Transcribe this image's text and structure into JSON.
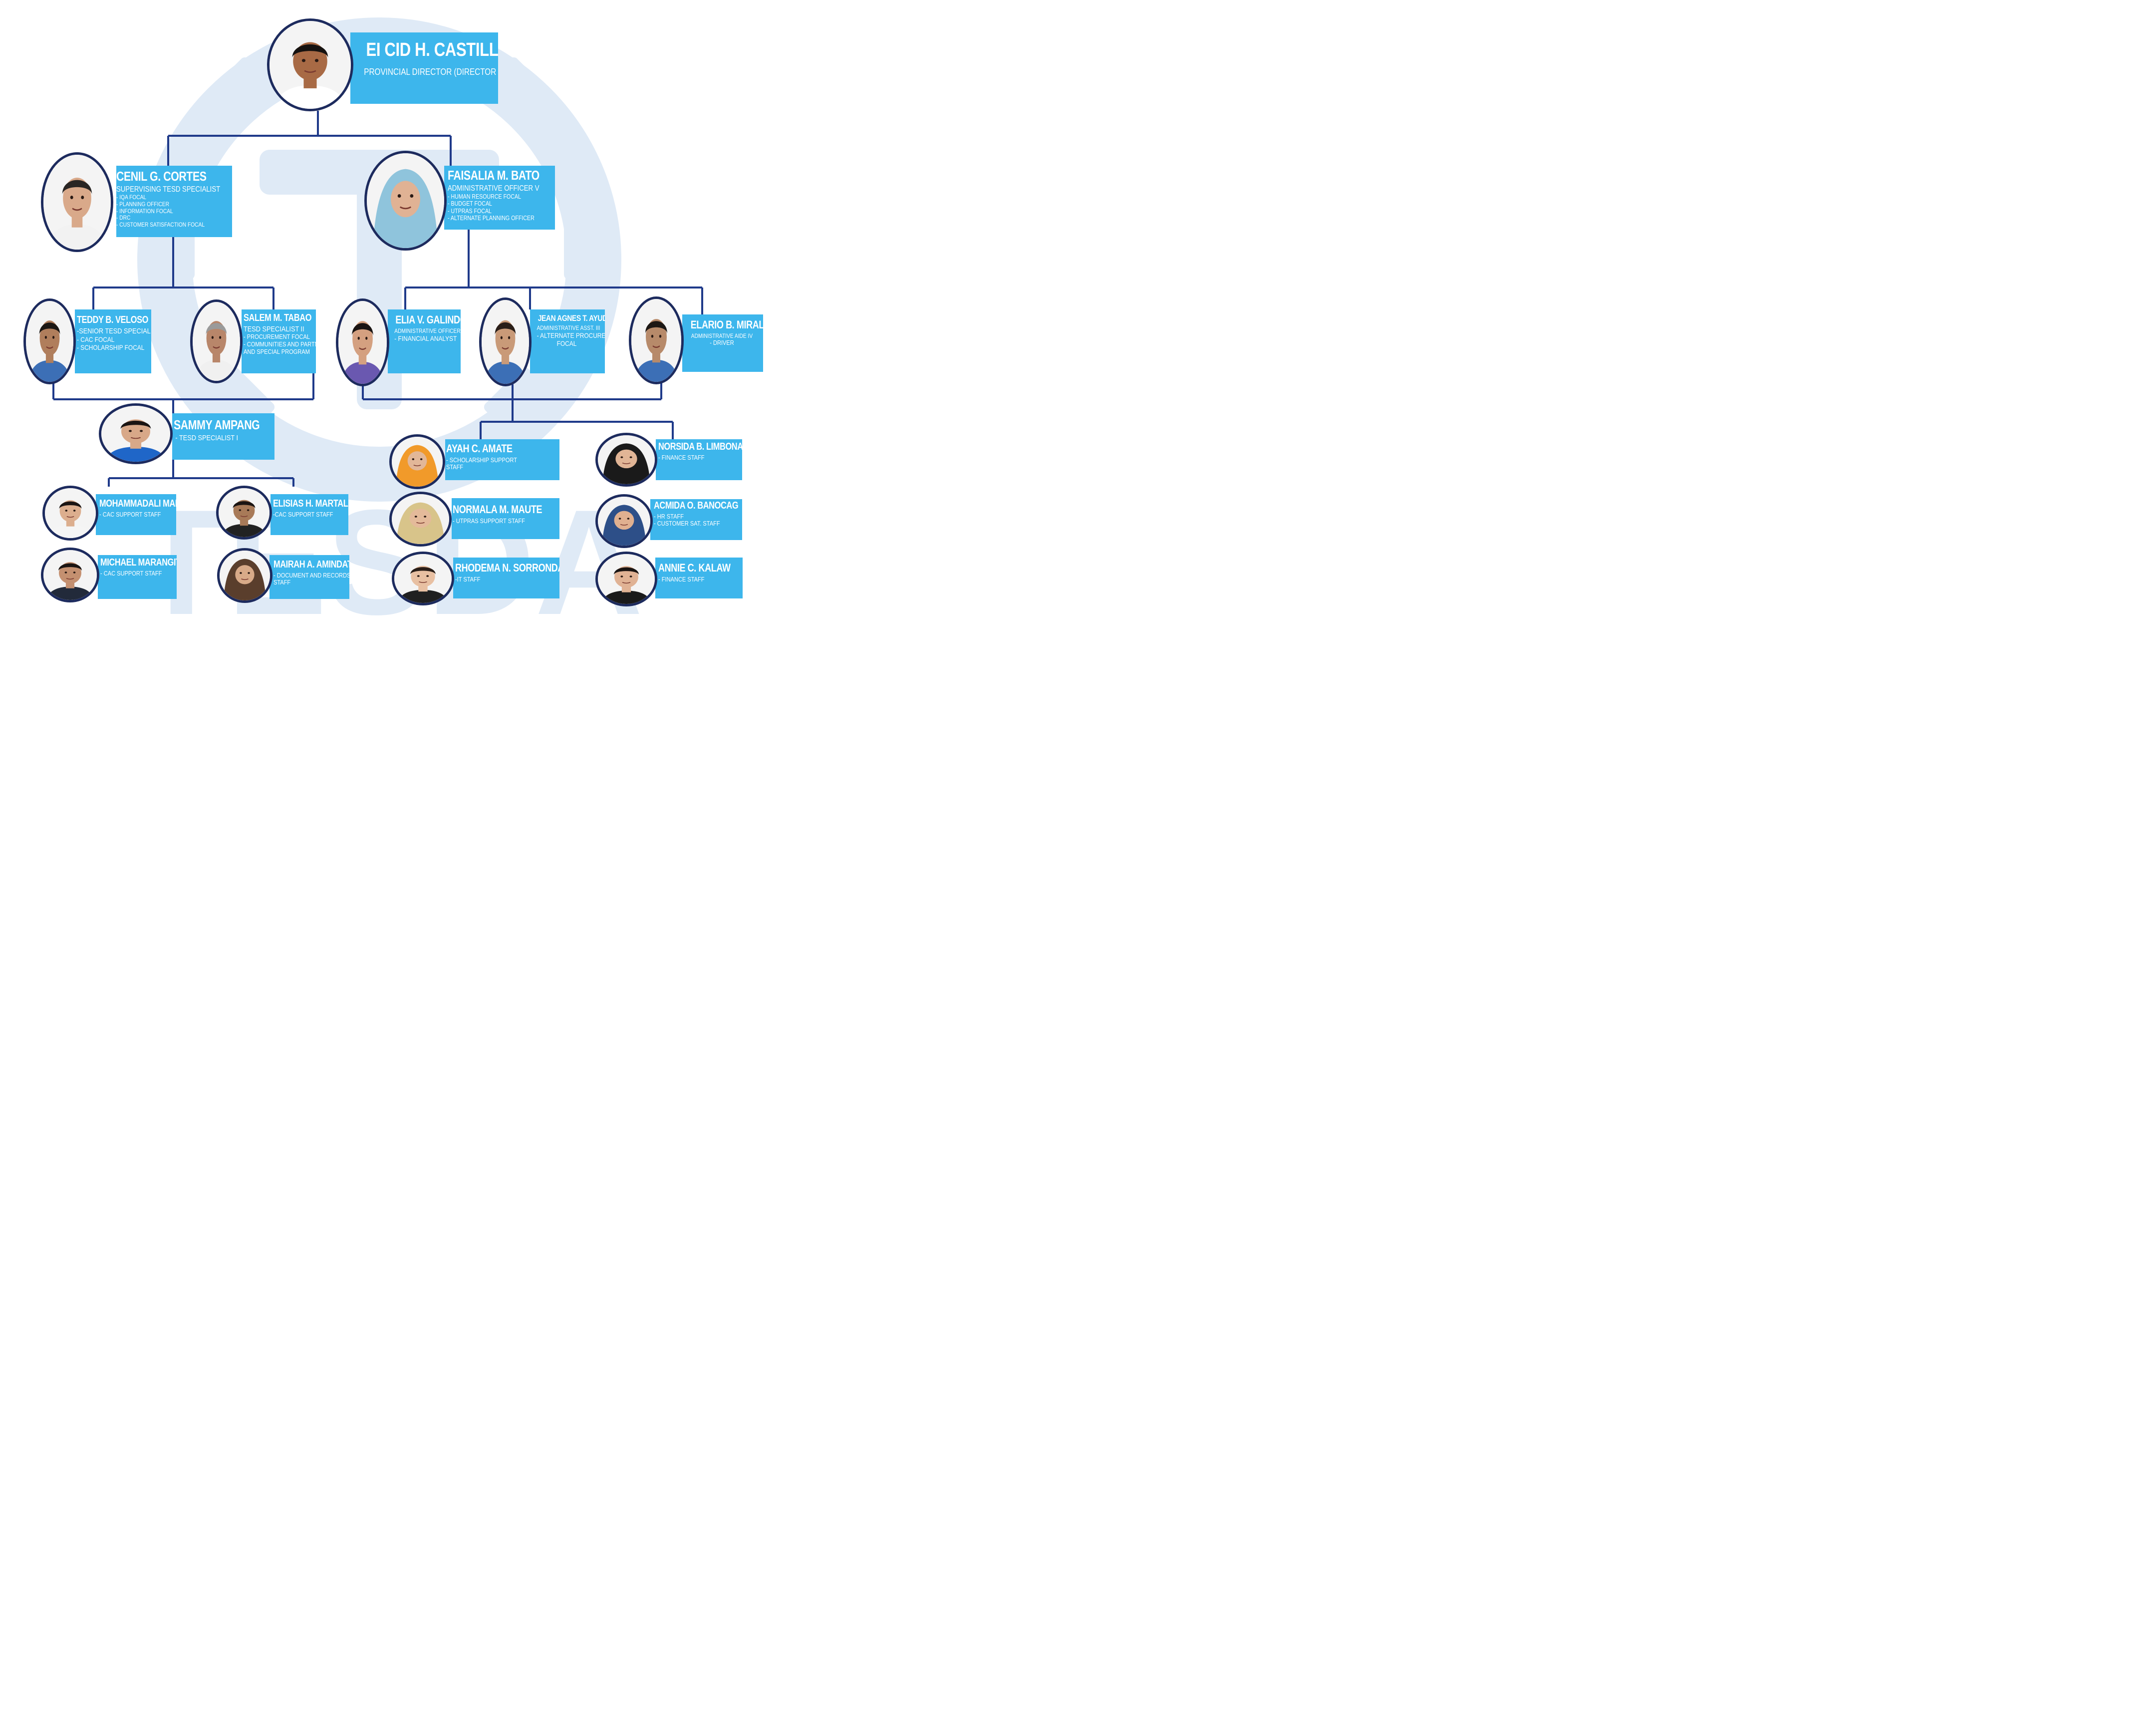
{
  "colors": {
    "card": "#3db6ec",
    "frame": "#1d2b5e",
    "line": "#1f3a8a",
    "watermark": "#dfeaf6"
  },
  "watermark": {
    "text": "TESDA"
  },
  "people": [
    {
      "id": "castillo",
      "name": "EI CID H. CASTILLO",
      "position": "PROVINCIAL DIRECTOR (DIRECTOR III)",
      "details": [],
      "skin": "#a86a45",
      "hair": "#161210",
      "cloth": "#ffffff",
      "veil": "",
      "veil_color": ""
    },
    {
      "id": "cortes",
      "name": "CENIL G. CORTES",
      "position": "SUPERVISING TESD SPECIALIST",
      "details": [
        "- IQA FOCAL",
        "- PLANNING OFFICER",
        "- INFORMATION FOCAL",
        "- DRC",
        "- CUSTOMER SATISFACTION FOCAL"
      ],
      "skin": "#d9a98a",
      "hair": "#2a2624",
      "cloth": "#f2f2f2",
      "veil": "",
      "veil_color": ""
    },
    {
      "id": "bato",
      "name": "FAISALIA M. BATO",
      "position": "ADMINISTRATIVE OFFICER V",
      "details": [
        "- HUMAN RESOURCE FOCAL",
        "- BUDGET FOCAL",
        "- UTPRAS FOCAL",
        "- ALTERNATE PLANNING OFFICER"
      ],
      "skin": "#e0b294",
      "hair": "#2a2624",
      "cloth": "#8fc4dc",
      "veil": "hijab",
      "veil_color": "#8fc4dc"
    },
    {
      "id": "veloso",
      "name": "TEDDY B. VELOSO",
      "position": "-SENIOR TESD SPECIALIST",
      "details": [
        "- CAC FOCAL",
        "- SCHOLARSHIP FOCAL"
      ],
      "skin": "#b07e5c",
      "hair": "#1c1714",
      "cloth": "#3c6fb6",
      "veil": "",
      "veil_color": ""
    },
    {
      "id": "tabao",
      "name": "SALEM M. TABAO",
      "position": "TESD SPECIALIST II",
      "details": [
        "- PROCUREMENT FOCAL",
        "- COMMUNITIES AND PARTNERSHIP",
        "AND SPECIAL PROGRAM"
      ],
      "skin": "#b8866a",
      "hair": "#9a9a9a",
      "cloth": "#f0f0f0",
      "veil": "",
      "veil_color": ""
    },
    {
      "id": "galindo",
      "name": "ELIA V. GALINDO",
      "position": "ADMINISTRATIVE OFFICER IV",
      "details": [
        "- FINANCIAL ANALYST"
      ],
      "skin": "#d4a080",
      "hair": "#1a1412",
      "cloth": "#6a58b0",
      "veil": "",
      "veil_color": ""
    },
    {
      "id": "ayudtud",
      "name": "JEAN AGNES T. AYUDTUD",
      "position": "ADMINISTRATIVE ASST. III",
      "details": [
        "- ALTERNATE PROCUREMENT",
        "FOCAL"
      ],
      "skin": "#c99a78",
      "hair": "#2a1e18",
      "cloth": "#3c6fb6",
      "veil": "",
      "veil_color": ""
    },
    {
      "id": "miral",
      "name": "ELARIO B. MIRAL",
      "position": "ADMINISTRATIVE AIDE IV",
      "details": [
        "- DRIVER"
      ],
      "skin": "#b78a6a",
      "hair": "#1c1714",
      "cloth": "#3c6fb6",
      "veil": "",
      "veil_color": ""
    },
    {
      "id": "ampang",
      "name": "SAMMY AMPANG",
      "position": "- TESD SPECIALIST I",
      "details": [],
      "skin": "#d8a888",
      "hair": "#1a1412",
      "cloth": "#1f66c8",
      "veil": "",
      "veil_color": ""
    },
    {
      "id": "amate",
      "name": "AYAH C. AMATE",
      "position": "- SCHOLARSHIP SUPPORT",
      "details": [
        "STAFF"
      ],
      "skin": "#e2b798",
      "hair": "#2a2624",
      "cloth": "#f19a2a",
      "veil": "hijab",
      "veil_color": "#f19a2a"
    },
    {
      "id": "limbona",
      "name": "NORSIDA B. LIMBONA",
      "position": "- FINANCE STAFF",
      "details": [],
      "skin": "#e1b596",
      "hair": "#2a2624",
      "cloth": "#181818",
      "veil": "hijab",
      "veil_color": "#1a1a1a"
    },
    {
      "id": "mala",
      "name": "MOHAMMADALI MALA",
      "position": "- CAC SUPPORT STAFF",
      "details": [],
      "skin": "#dcae8e",
      "hair": "#1a1412",
      "cloth": "#f5f5f5",
      "veil": "",
      "veil_color": ""
    },
    {
      "id": "martalla",
      "name": "ELISIAS H. MARTALLA",
      "position": "-CAC SUPPORT STAFF",
      "details": [],
      "skin": "#a87a58",
      "hair": "#1a1412",
      "cloth": "#222222",
      "veil": "",
      "veil_color": ""
    },
    {
      "id": "maute",
      "name": "NORMALA M. MAUTE",
      "position": "- UTPRAS SUPPORT STAFF",
      "details": [],
      "skin": "#e4ba9a",
      "hair": "#2a2624",
      "cloth": "#c9b27a",
      "veil": "hijab",
      "veil_color": "#d8c48a"
    },
    {
      "id": "banocag",
      "name": "ACMIDA O. BANOCAG",
      "position": "- HR STAFF",
      "details": [
        "- CUSTOMER SAT. STAFF"
      ],
      "skin": "#e0b090",
      "hair": "#2a2624",
      "cloth": "#2b4a82",
      "veil": "hijab",
      "veil_color": "#2d4f88"
    },
    {
      "id": "marangit",
      "name": "MICHAEL MARANGIT",
      "position": "- CAC SUPPORT STAFF",
      "details": [],
      "skin": "#c49070",
      "hair": "#1a1412",
      "cloth": "#222a3a",
      "veil": "",
      "veil_color": ""
    },
    {
      "id": "amindato",
      "name": "MAIRAH A. AMINDATO",
      "position": "- DOCUMENT AND RECORDS",
      "details": [
        "STAFF"
      ],
      "skin": "#d8aa88",
      "hair": "#2a2624",
      "cloth": "#5a3e2c",
      "veil": "hijab",
      "veil_color": "#5a3e2c"
    },
    {
      "id": "sorronda",
      "name": "RHODEMA N. SORRONDA",
      "position": "-IT STAFF",
      "details": [],
      "skin": "#e8c0a2",
      "hair": "#2a1e18",
      "cloth": "#202020",
      "veil": "",
      "veil_color": ""
    },
    {
      "id": "kalaw",
      "name": "ANNIE C. KALAW",
      "position": "- FINANCE STAFF",
      "details": [],
      "skin": "#e0b294",
      "hair": "#1a1412",
      "cloth": "#1a1a1a",
      "veil": "",
      "veil_color": ""
    }
  ]
}
